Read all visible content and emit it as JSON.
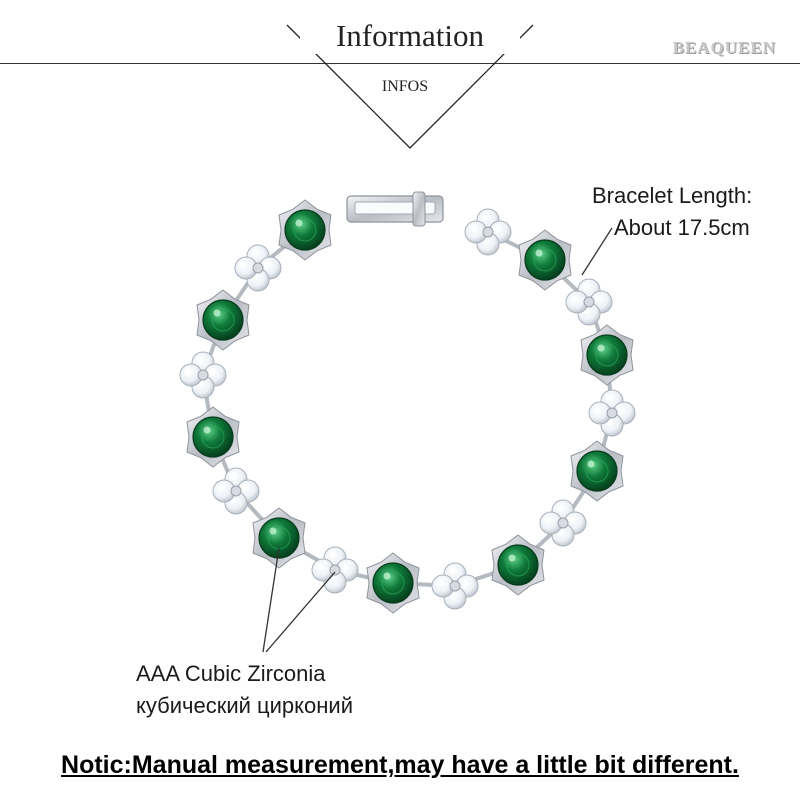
{
  "header": {
    "title": "Information",
    "subtitle": "INFOS",
    "brand": "BEAQUEEN"
  },
  "callouts": {
    "length_line1": "Bracelet Length:",
    "length_line2": "About 17.5cm",
    "stone_line1": "AAA Cubic Zirconia",
    "stone_line2": "кубический цирконий"
  },
  "notice": "Notic:Manual measurement,may have a little bit different.",
  "colors": {
    "emerald": "#0f7a3a",
    "emerald_dark": "#05401d",
    "silver": "#c9ccd1",
    "crystal": "#f4f7fb",
    "brand_gray": "#c8c8c8"
  }
}
